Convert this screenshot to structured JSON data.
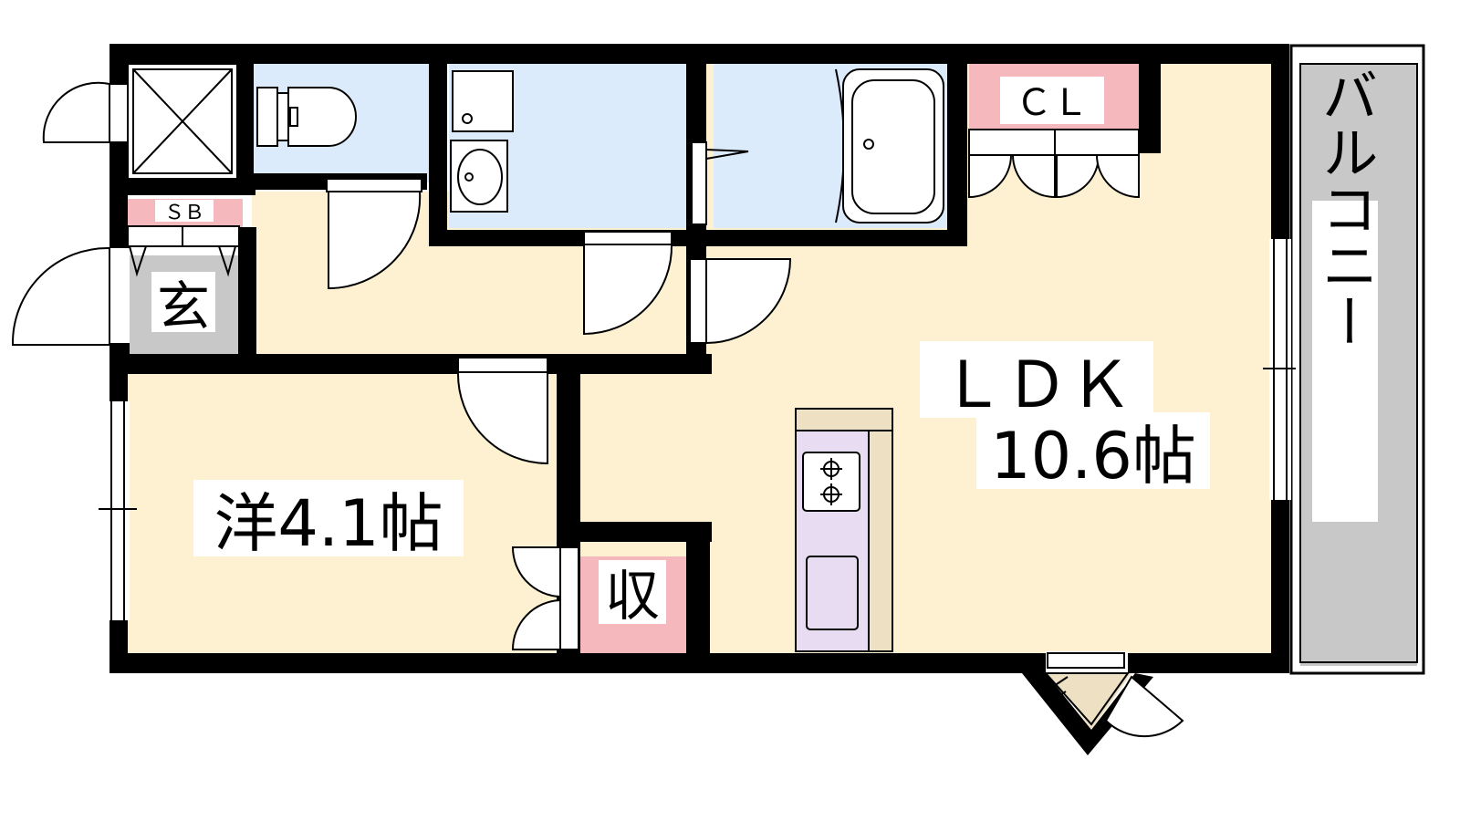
{
  "floor_plan": {
    "rooms": {
      "ldk": {
        "name": "ＬＤＫ",
        "size": "10.6帖"
      },
      "western": {
        "label": "洋4.1帖"
      },
      "storage": {
        "label": "収"
      },
      "closet": {
        "label": "ＣＬ"
      },
      "entrance": {
        "label": "玄"
      },
      "shoebox": {
        "label": "ＳＢ"
      },
      "balcony": {
        "label": "バルコニー"
      }
    },
    "colors": {
      "floor": "#fdf1d2",
      "wet_area": "#dcebfb",
      "storage": "#f5b8bd",
      "entrance": "#c8c8c8",
      "balcony": "#c8c8c8",
      "kitchen": "#e8dcf2",
      "counter": "#eee0c2",
      "wall": "#000000"
    }
  }
}
